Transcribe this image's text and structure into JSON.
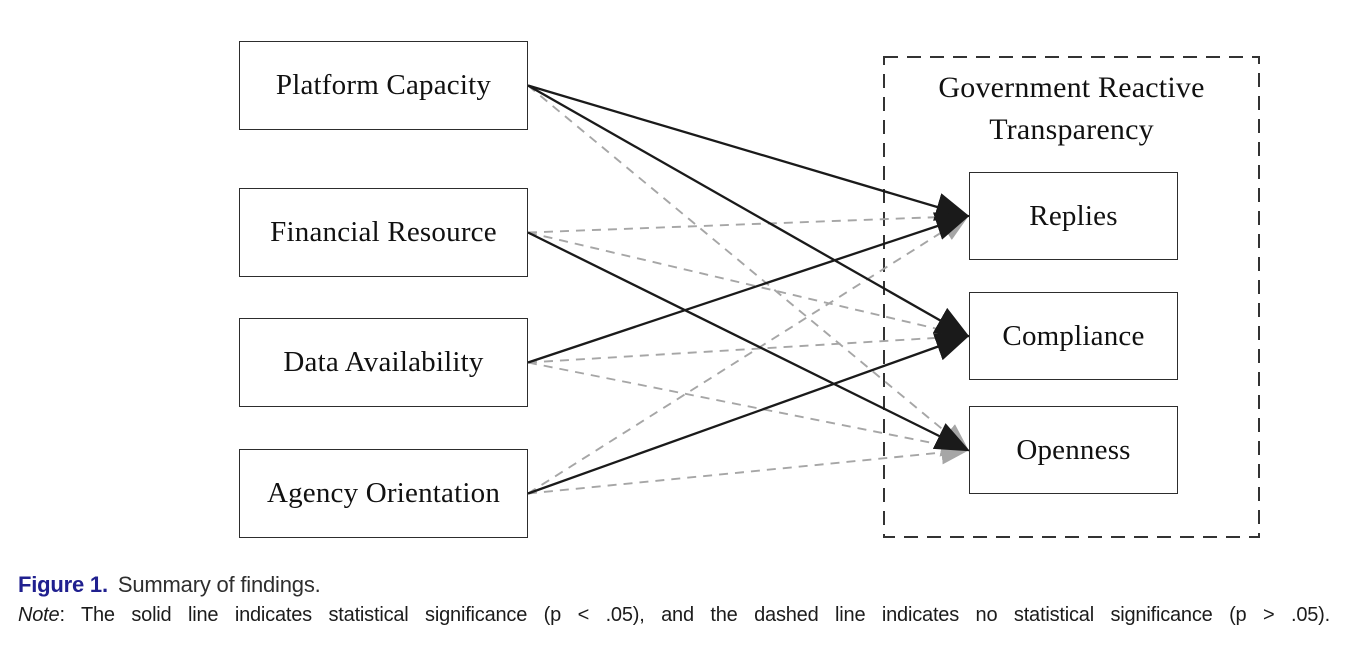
{
  "figure": {
    "sources": [
      {
        "id": "platform",
        "label": "Platform Capacity"
      },
      {
        "id": "financial",
        "label": "Financial Resource"
      },
      {
        "id": "data",
        "label": "Data Availability"
      },
      {
        "id": "agency",
        "label": "Agency Orientation"
      }
    ],
    "group": {
      "title_line1": "Government Reactive",
      "title_line2": "Transparency"
    },
    "targets": [
      {
        "id": "replies",
        "label": "Replies"
      },
      {
        "id": "compliance",
        "label": "Compliance"
      },
      {
        "id": "openness",
        "label": "Openness"
      }
    ],
    "edges": [
      {
        "source": "platform",
        "target": "replies",
        "style": "solid",
        "significant": true
      },
      {
        "source": "platform",
        "target": "compliance",
        "style": "solid",
        "significant": true
      },
      {
        "source": "platform",
        "target": "openness",
        "style": "dashed",
        "significant": false
      },
      {
        "source": "financial",
        "target": "replies",
        "style": "dashed",
        "significant": false
      },
      {
        "source": "financial",
        "target": "compliance",
        "style": "dashed",
        "significant": false
      },
      {
        "source": "financial",
        "target": "openness",
        "style": "solid",
        "significant": true
      },
      {
        "source": "data",
        "target": "replies",
        "style": "solid",
        "significant": true
      },
      {
        "source": "data",
        "target": "compliance",
        "style": "dashed",
        "significant": false
      },
      {
        "source": "data",
        "target": "openness",
        "style": "dashed",
        "significant": false
      },
      {
        "source": "agency",
        "target": "replies",
        "style": "dashed",
        "significant": false
      },
      {
        "source": "agency",
        "target": "compliance",
        "style": "solid",
        "significant": true
      },
      {
        "source": "agency",
        "target": "openness",
        "style": "dashed",
        "significant": false
      }
    ]
  },
  "caption": {
    "label": "Figure 1.",
    "text": "Summary of findings."
  },
  "note": {
    "label": "Note",
    "text": ": The solid line indicates statistical significance (p < .05), and the dashed line indicates no statistical significance (p > .05)."
  },
  "colors": {
    "solid_line": "#1a1a1a",
    "dashed_line": "#a6a6a6",
    "box_border": "#2d2d2d",
    "container_border": "#333333",
    "figure_label": "#20208f",
    "caption_text": "#2e2e2e",
    "note_text": "#1c1c1c"
  }
}
